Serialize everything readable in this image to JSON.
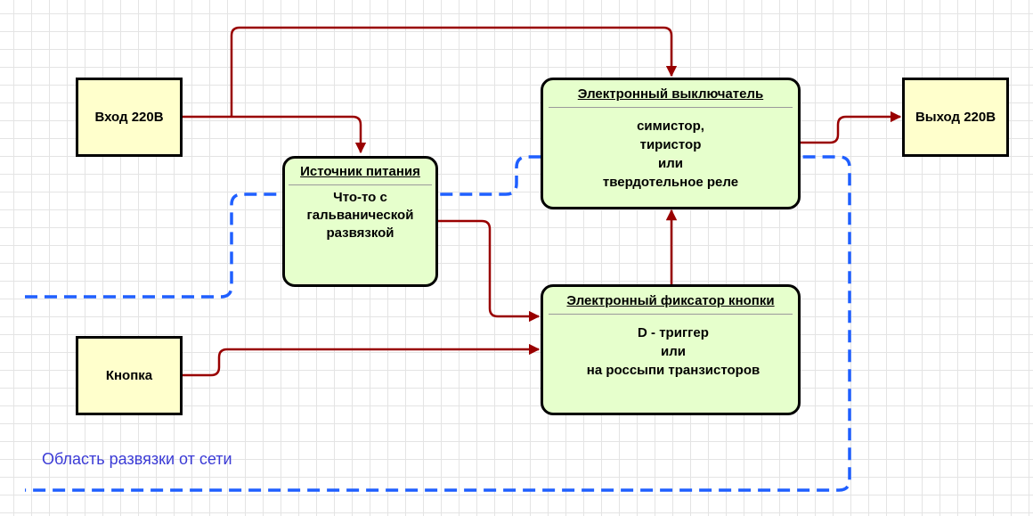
{
  "input_box": {
    "label": "Вход 220В"
  },
  "output_box": {
    "label": "Выход 220В"
  },
  "button_box": {
    "label": "Кнопка"
  },
  "power_supply": {
    "title": "Источник питания",
    "body": "Что-то с\nгальванической\nразвязкой"
  },
  "electronic_switch": {
    "title": "Электронный выключатель",
    "body": "симистор,\nтиристор\nили\nтвердотельное реле"
  },
  "button_latch": {
    "title": "Электронный фиксатор кнопки",
    "body": "D - триггер\nили\nна россыпи транзисторов"
  },
  "isolation_area": {
    "label": "Область развязки от сети"
  },
  "colors": {
    "wire": "#990000",
    "isolation_boundary": "#1f5fff",
    "label_text": "#3b3bd6",
    "terminal_fill": "#ffffcc",
    "block_fill": "#e6ffcc"
  }
}
